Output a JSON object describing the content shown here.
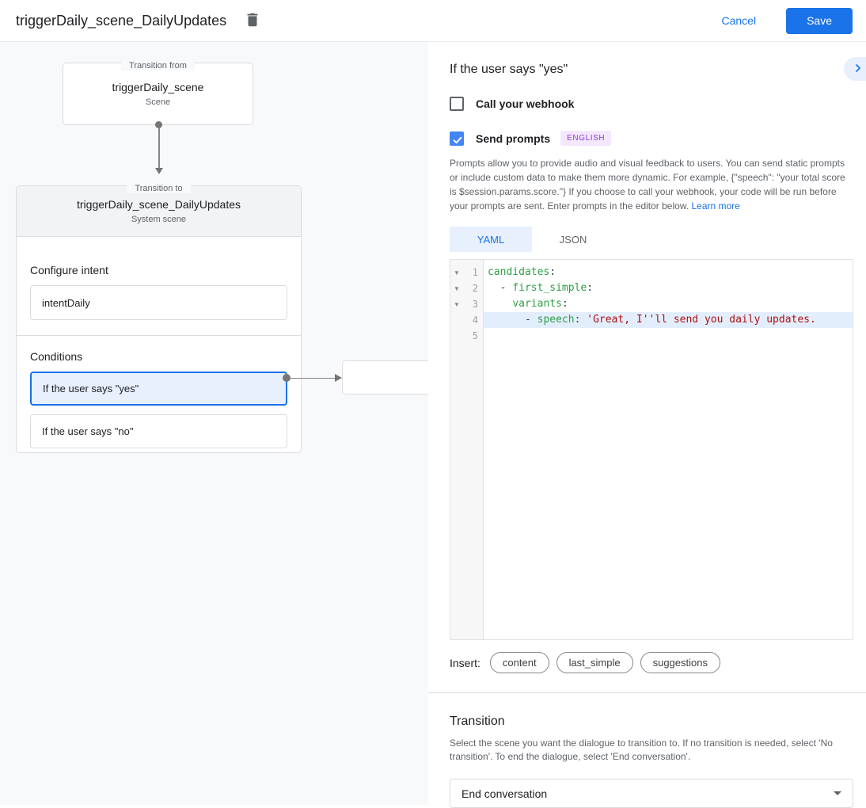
{
  "header": {
    "title": "triggerDaily_scene_DailyUpdates",
    "cancel_label": "Cancel",
    "save_label": "Save"
  },
  "diagram": {
    "from_box": {
      "legend": "Transition from",
      "title": "triggerDaily_scene",
      "subtitle": "Scene"
    },
    "to_box": {
      "legend": "Transition to",
      "title": "triggerDaily_scene_DailyUpdates",
      "subtitle": "System scene",
      "configure_intent_label": "Configure intent",
      "intent_value": "intentDaily",
      "conditions_label": "Conditions",
      "conditions": [
        {
          "label": "If the user says \"yes\"",
          "selected": true
        },
        {
          "label": "If the user says \"no\"",
          "selected": false
        }
      ]
    }
  },
  "panel": {
    "title": "If the user says \"yes\"",
    "webhook_checkbox": {
      "label": "Call your webhook",
      "checked": false
    },
    "prompts_checkbox": {
      "label": "Send prompts",
      "checked": true,
      "badge": "ENGLISH"
    },
    "description": "Prompts allow you to provide audio and visual feedback to users. You can send static prompts or include custom data to make them more dynamic. For example, {\"speech\": \"your total score is $session.params.score.\"} If you choose to call your webhook, your code will be run before your prompts are sent. Enter prompts in the editor below. ",
    "learn_more_label": "Learn more",
    "tabs": [
      {
        "label": "YAML",
        "active": true
      },
      {
        "label": "JSON",
        "active": false
      }
    ],
    "editor": {
      "lines": [
        {
          "number": "1",
          "fold": true,
          "highlighted": false,
          "tokens": [
            {
              "text": "candidates",
              "type": "key"
            },
            {
              "text": ":",
              "type": "punct"
            }
          ]
        },
        {
          "number": "2",
          "fold": true,
          "highlighted": false,
          "tokens": [
            {
              "text": "  - ",
              "type": "punct"
            },
            {
              "text": "first_simple",
              "type": "key"
            },
            {
              "text": ":",
              "type": "punct"
            }
          ]
        },
        {
          "number": "3",
          "fold": true,
          "highlighted": false,
          "tokens": [
            {
              "text": "    ",
              "type": "punct"
            },
            {
              "text": "variants",
              "type": "key"
            },
            {
              "text": ":",
              "type": "punct"
            }
          ]
        },
        {
          "number": "4",
          "fold": false,
          "highlighted": true,
          "tokens": [
            {
              "text": "      - ",
              "type": "punct"
            },
            {
              "text": "speech",
              "type": "key"
            },
            {
              "text": ": ",
              "type": "punct"
            },
            {
              "text": "'Great, I''ll send you daily updates.",
              "type": "string"
            }
          ]
        },
        {
          "number": "5",
          "fold": false,
          "highlighted": false,
          "tokens": []
        }
      ]
    },
    "insert": {
      "label": "Insert:",
      "chips": [
        "content",
        "last_simple",
        "suggestions"
      ]
    },
    "transition": {
      "title": "Transition",
      "description": "Select the scene you want the dialogue to transition to. If no transition is needed, select 'No transition'. To end the dialogue, select 'End conversation'.",
      "value": "End conversation"
    }
  },
  "colors": {
    "accent_blue": "#1a73e8",
    "selected_bg": "#e8f0fe",
    "panel_bg": "#f8f9fa",
    "badge_purple": "#9334e6",
    "code_key_green": "#2f9e44",
    "code_string_red": "#aa1111"
  }
}
